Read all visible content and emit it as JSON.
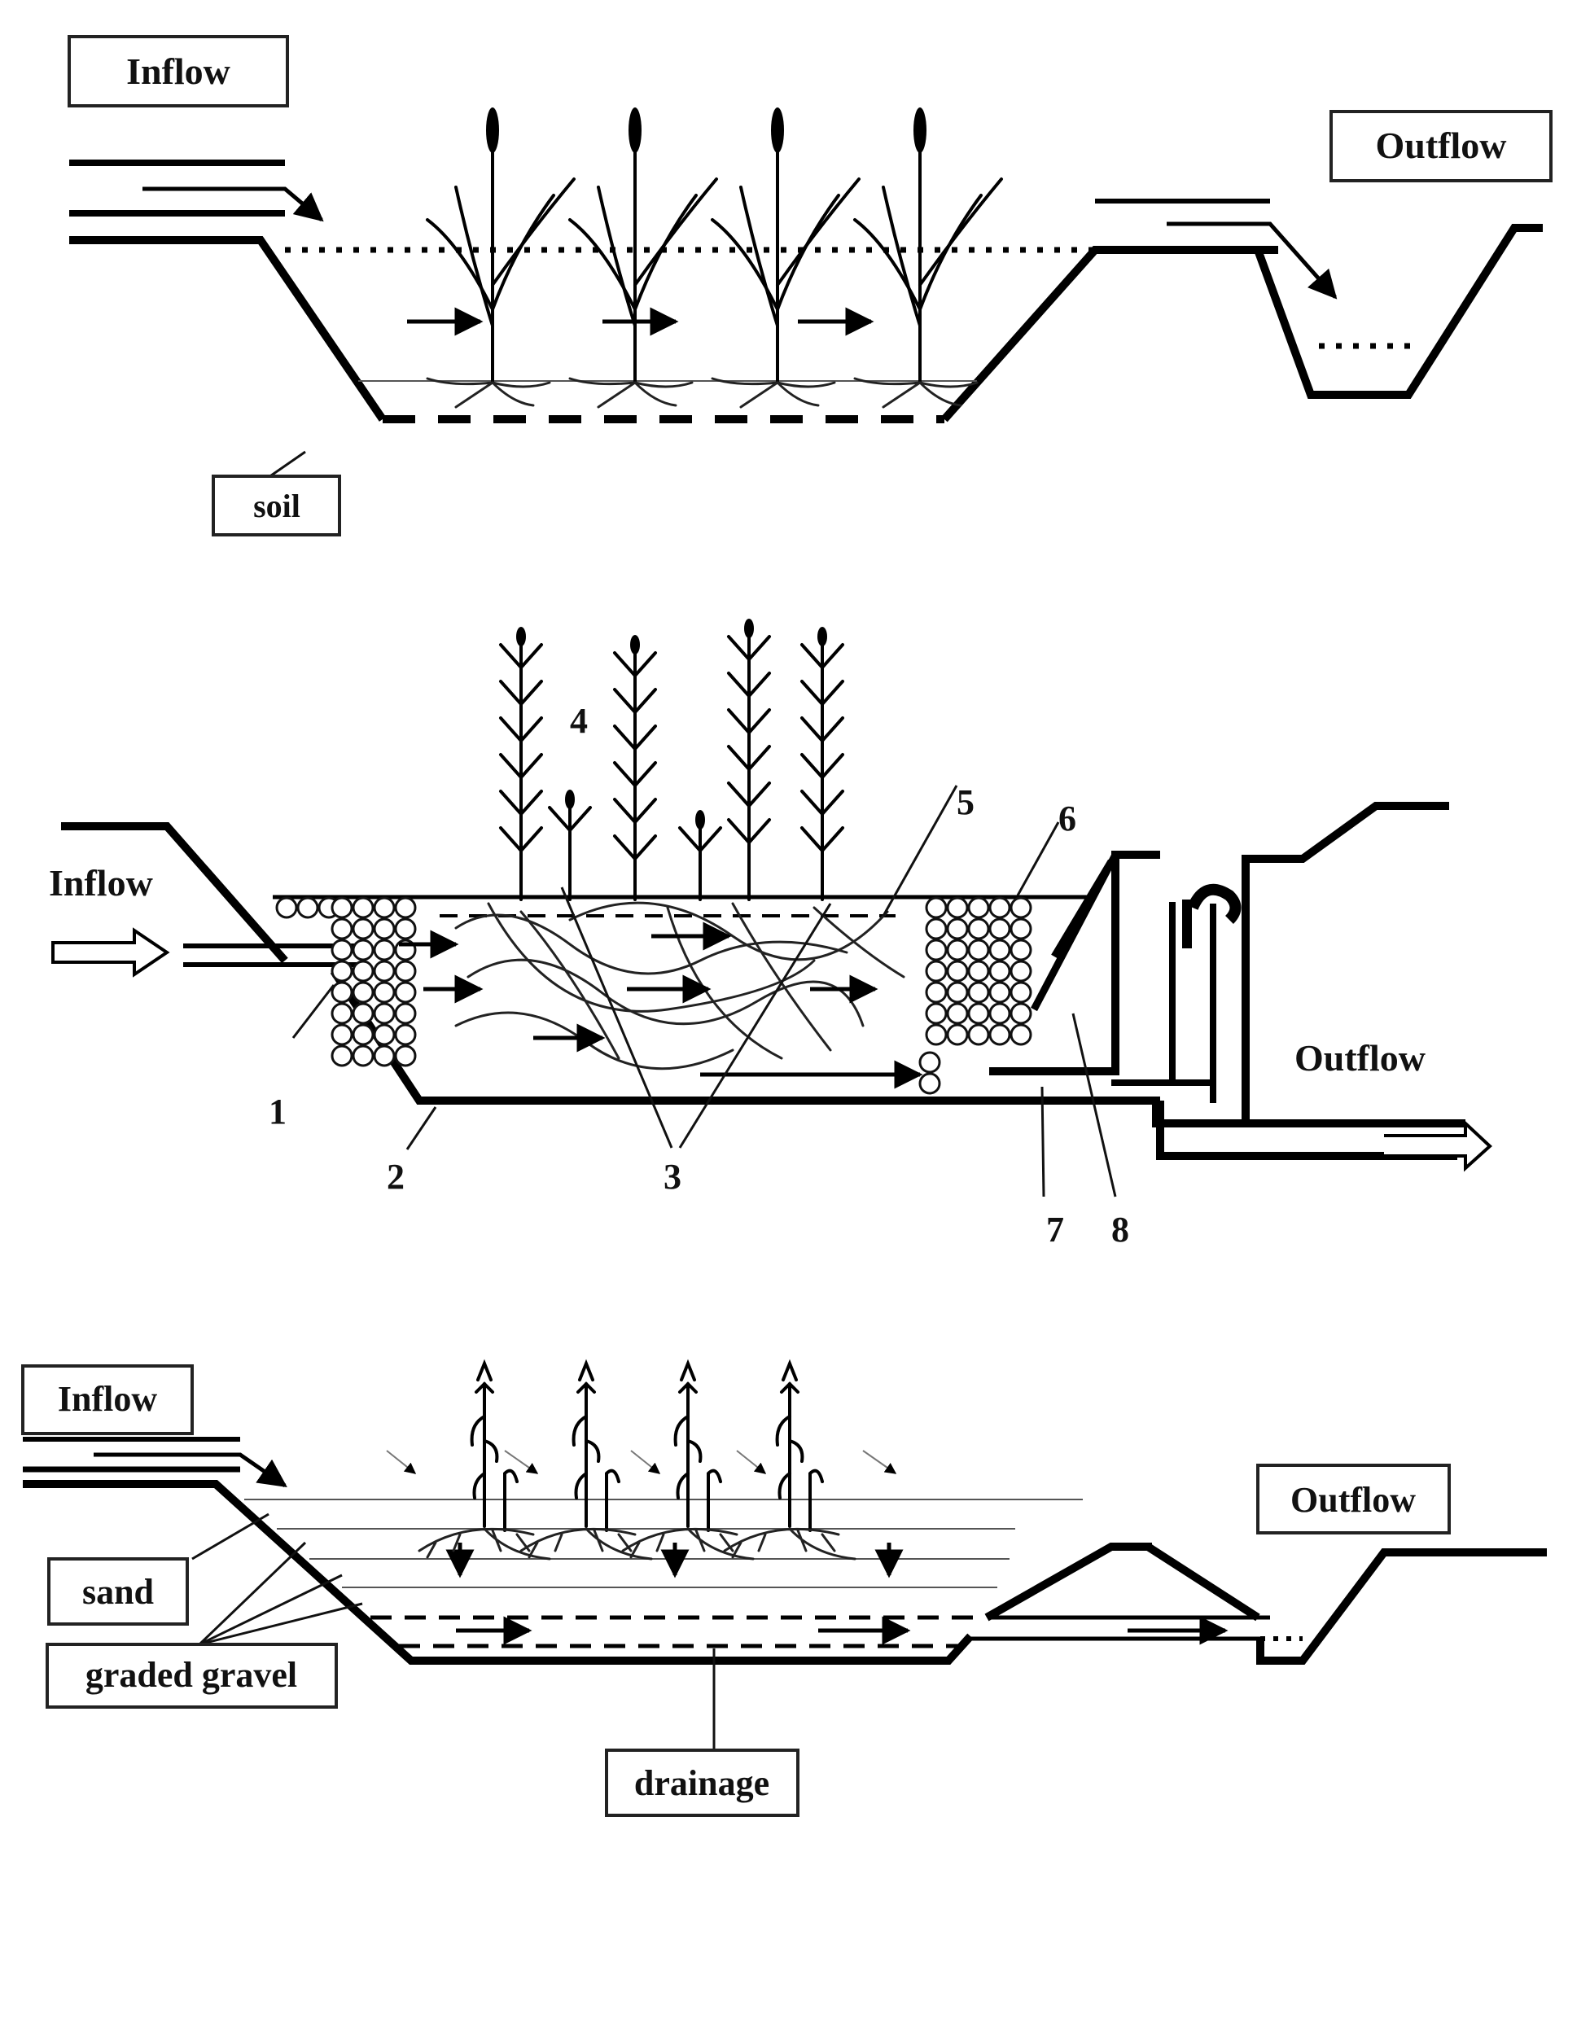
{
  "figure": {
    "title": "Constructed wetland types: surface flow, horizontal subsurface flow, vertical flow",
    "panels": [
      {
        "id": "surface-flow",
        "labels": {
          "inflow": "Inflow",
          "outflow": "Outflow",
          "soil": "soil"
        },
        "plant_count": 4,
        "flow_arrow_count": 3
      },
      {
        "id": "horizontal-subsurface-flow",
        "labels": {
          "inflow": "Inflow",
          "outflow": "Outflow"
        },
        "numbered_callouts": [
          "1",
          "2",
          "3",
          "4",
          "5",
          "6",
          "7",
          "8"
        ],
        "plant_count": 6
      },
      {
        "id": "vertical-flow",
        "labels": {
          "inflow": "Inflow",
          "outflow": "Outflow",
          "sand": "sand",
          "graded_gravel": "graded gravel",
          "drainage": "drainage"
        },
        "plant_count": 4
      }
    ]
  }
}
